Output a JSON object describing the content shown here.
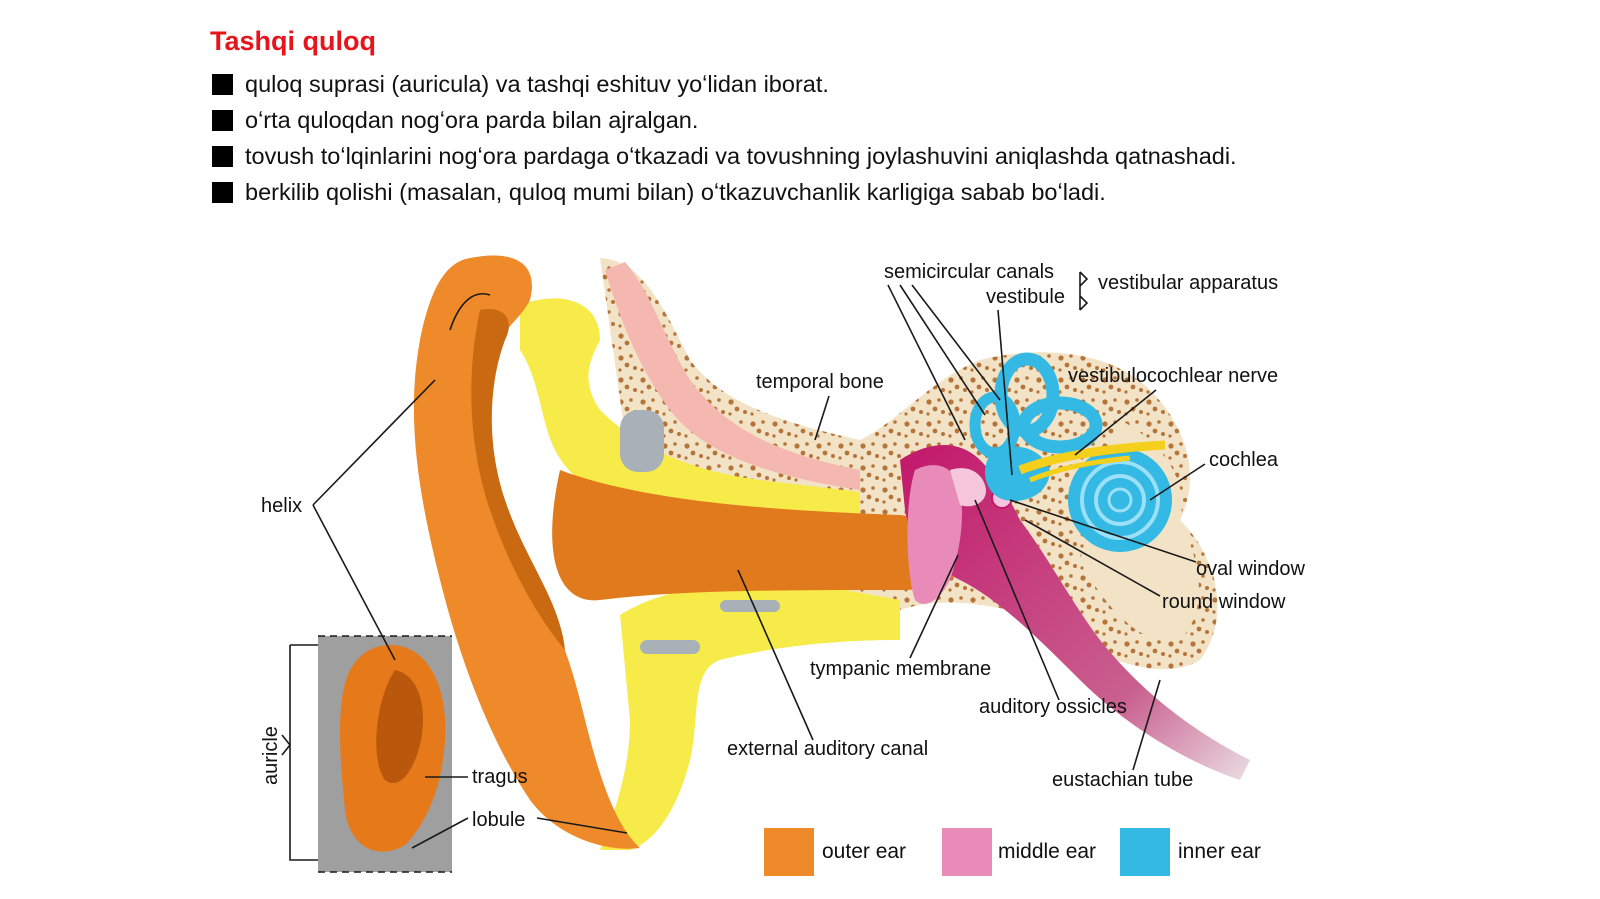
{
  "slide": {
    "title": "Tashqi quloq",
    "bullets": [
      "quloq suprasi (auricula) va tashqi eshituv yoʻlidan iborat.",
      "oʻrta quloqdan nogʻora parda bilan ajralgan.",
      "tovush toʻlqinlarini nogʻora pardaga oʻtkazadi va tovushning joylashuvini aniqlashda qatnashadi.",
      "berkilib qolishi (masalan, quloq mumi bilan) oʻtkazuvchanlik karligiga sabab boʻladi."
    ]
  },
  "diagram": {
    "labels": {
      "semicircular_canals": "semicircular canals",
      "vestibule": "vestibule",
      "vestibular_apparatus": "vestibular apparatus",
      "temporal_bone": "temporal bone",
      "vestibulocochlear_nerve": "vestibulocochlear nerve",
      "cochlea": "cochlea",
      "helix": "helix",
      "oval_window": "oval window",
      "round_window": "round window",
      "tympanic_membrane": "tympanic membrane",
      "auditory_ossicles": "auditory ossicles",
      "external_auditory_canal": "external auditory canal",
      "eustachian_tube": "eustachian tube",
      "auricle": "auricle",
      "tragus": "tragus",
      "lobule": "lobule"
    },
    "legend": [
      {
        "label": "outer ear",
        "color": "#ee8a2a"
      },
      {
        "label": "middle ear",
        "color": "#e98bb8"
      },
      {
        "label": "inner ear",
        "color": "#33b9e3"
      }
    ],
    "colors": {
      "bone": "#f3e3c6",
      "cartilage": "#f7eb4a",
      "pink": "#c2186b",
      "nerve": "#f4cf1c"
    }
  }
}
